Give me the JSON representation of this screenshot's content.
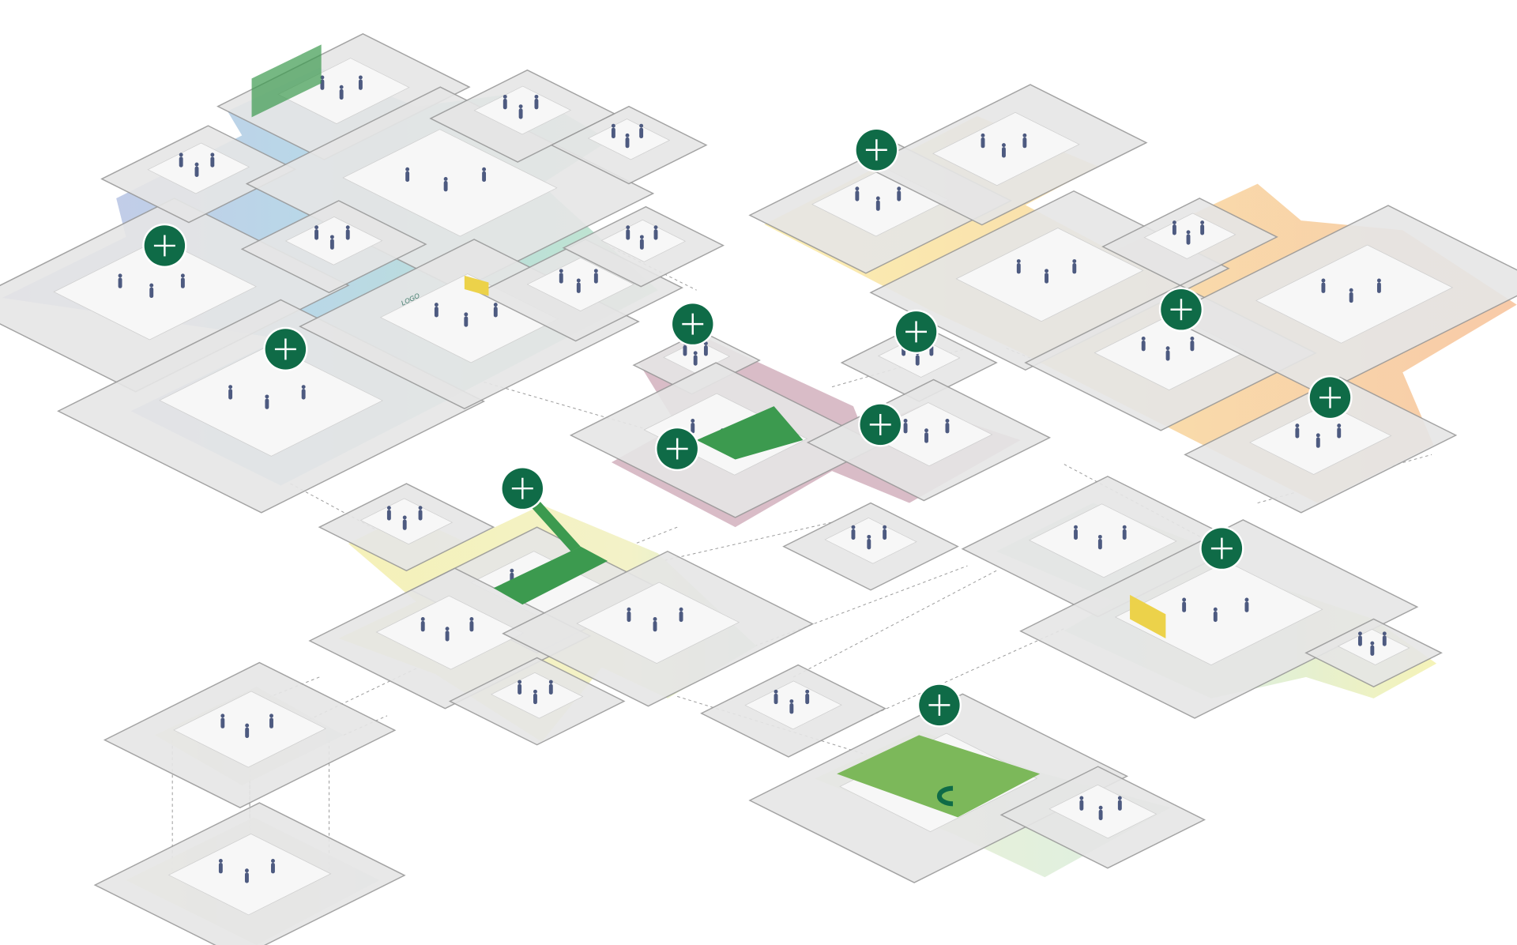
{
  "colors": {
    "hotspot": "#0f6b47",
    "hotspot_icon": "#ffffff",
    "zone_blue": "#b9d6e6",
    "zone_purple": "#c3c6e6",
    "zone_green": "#bfe3cf",
    "zone_yellow": "#f8eab0",
    "zone_orange": "#f8cfa8",
    "zone_mauve": "#d7b6c2",
    "zone_lime": "#eef3bf",
    "zone_mint": "#d6eedd",
    "room_floor": "#e6e6e6",
    "room_edge": "#9a9a9a",
    "accent_green": "#3c9a4f",
    "accent_yellow": "#ecd24a",
    "accent_purple": "#8a3b7a",
    "people": "#4d5a80"
  },
  "floorplan": {
    "logo_text": "LOGO"
  },
  "hotspots": [
    {
      "icon": "plus-icon",
      "zone": "top-center"
    },
    {
      "icon": "plus-icon",
      "zone": "top-left"
    },
    {
      "icon": "plus-icon",
      "zone": "left"
    },
    {
      "icon": "plus-icon",
      "zone": "center-top"
    },
    {
      "icon": "plus-icon",
      "zone": "center-right"
    },
    {
      "icon": "plus-icon",
      "zone": "right"
    },
    {
      "icon": "plus-icon",
      "zone": "far-right"
    },
    {
      "icon": "plus-icon",
      "zone": "center-right-lower"
    },
    {
      "icon": "plus-icon",
      "zone": "center"
    },
    {
      "icon": "plus-icon",
      "zone": "stairs"
    },
    {
      "icon": "plus-icon",
      "zone": "auditorium"
    },
    {
      "icon": "plus-icon",
      "zone": "garden"
    }
  ]
}
